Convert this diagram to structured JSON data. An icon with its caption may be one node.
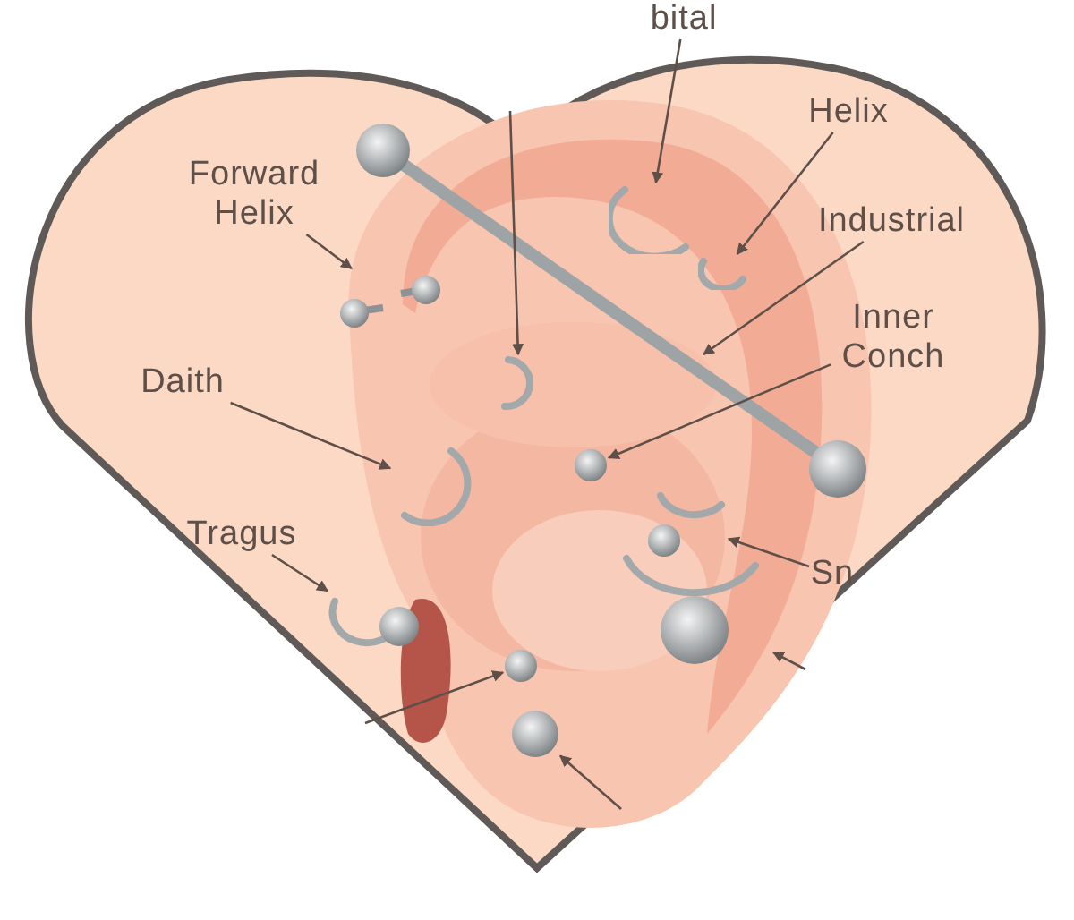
{
  "diagram": {
    "nodes": [
      {
        "text": [
          "Forward Helix"
        ]
      },
      {
        "text": [
          "bital"
        ]
      },
      {
        "text": [
          "Helix"
        ]
      },
      {
        "text": [
          "Industrial"
        ]
      },
      {
        "text": [
          "Inner Conch"
        ]
      },
      {
        "text": [
          "Daith"
        ]
      },
      {
        "text": [
          "Tragus"
        ]
      },
      {
        "text": [
          "Sn"
        ]
      },
      {
        "text": [],
        "shape": "circle"
      },
      {
        "text": [],
        "shape": "ring"
      },
      {
        "text": [],
        "shape": "ring"
      },
      {
        "text": [],
        "shape": "ring"
      },
      {
        "text": [],
        "shape": "circle"
      },
      {
        "text": [],
        "shape": "ring"
      },
      {
        "text": [],
        "shape": "ring"
      },
      {
        "text": [],
        "shape": "ring"
      },
      {
        "text": [],
        "shape": "ring"
      },
      {
        "text": [],
        "shape": "circle"
      },
      {
        "text": [],
        "shape": "circle"
      }
    ],
    "edges": [
      {
        "from": 0,
        "to": 8,
        "arrow": "to"
      },
      {
        "from": 1,
        "to": 10,
        "arrow": "to"
      },
      {
        "from": 2,
        "to": 11,
        "arrow": "to"
      },
      {
        "from": 3,
        "to": null,
        "arrow": "to"
      },
      {
        "from": 4,
        "to": 12,
        "arrow": "to"
      },
      {
        "from": 5,
        "to": 13,
        "arrow": "to"
      },
      {
        "from": 6,
        "to": 14,
        "arrow": "to"
      },
      {
        "from": 7,
        "to": 15,
        "arrow": "to"
      },
      {
        "from": null,
        "to": 9,
        "arrow": "to"
      },
      {
        "from": null,
        "to": 16,
        "arrow": "to"
      },
      {
        "from": null,
        "to": 17,
        "arrow": "to"
      },
      {
        "from": null,
        "to": 18,
        "arrow": "to"
      }
    ]
  }
}
